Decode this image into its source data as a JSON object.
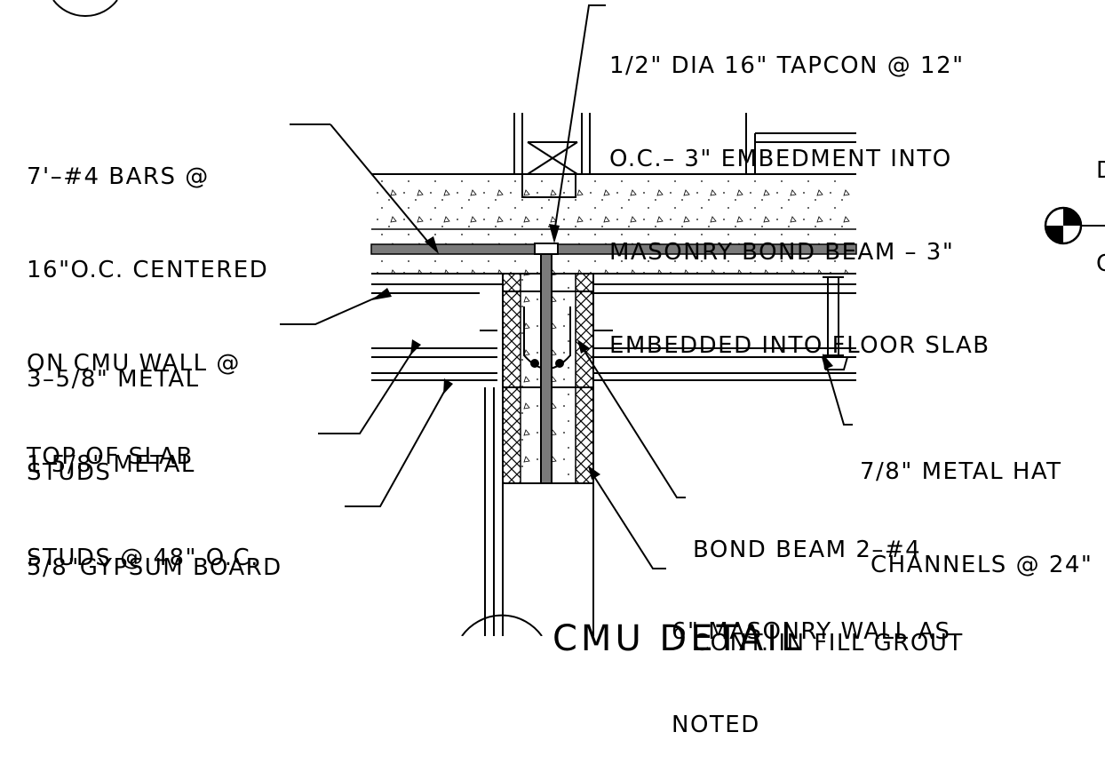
{
  "annotations": {
    "tapcon": {
      "lines": [
        "1/2\" DIA 16\" TAPCON @ 12\"",
        "O.C.– 3\" EMBEDMENT INTO",
        "MASONRY BOND BEAM – 3\"",
        "EMBEDDED INTO FLOOR SLAB"
      ]
    },
    "bars": {
      "lines": [
        "7'–#4 BARS @",
        "16\"O.C. CENTERED",
        "ON CMU WALL @",
        "TOP OF SLAB"
      ]
    },
    "metal_studs": {
      "lines": [
        "3–5/8\" METAL",
        "STUDS"
      ]
    },
    "studs_48": {
      "lines": [
        "1 5/8\" METAL",
        "STUDS @ 48\" O.C."
      ]
    },
    "gypsum": {
      "lines": [
        "5/8\"GYPSUM BOARD"
      ]
    },
    "hat_channels": {
      "lines": [
        "7/8\" METAL HAT",
        "CHANNELS @ 24\""
      ]
    },
    "bond_beam": {
      "lines": [
        "BOND BEAM 2–#4",
        "CONT. IN FILL GROUT"
      ]
    },
    "masonry_wall": {
      "lines": [
        "6\" MASONRY WALL AS",
        "NOTED"
      ]
    },
    "right_cut": {
      "lines": [
        "D",
        "C"
      ]
    },
    "detail_title": {
      "text": "CMU DETAIL"
    }
  },
  "colors": {
    "line": "#000000",
    "background": "#ffffff",
    "rebar_fill": "#7a7a7a"
  },
  "icons": {
    "elevation_marker": "elevation-marker-icon",
    "detail_bubble": "detail-bubble-icon"
  }
}
